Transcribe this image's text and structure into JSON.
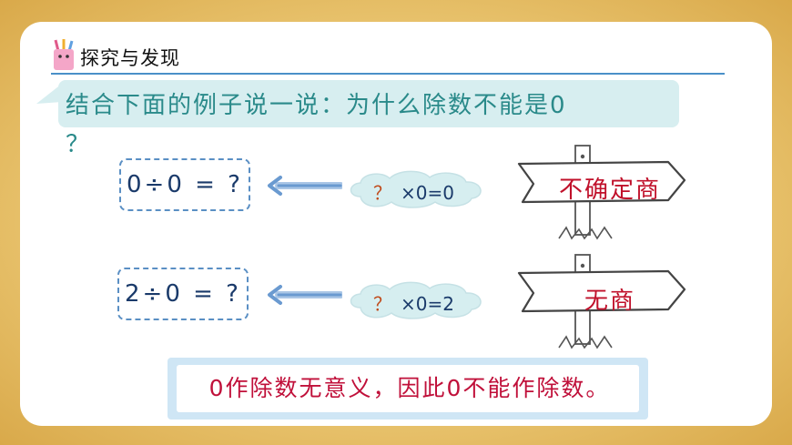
{
  "header": {
    "title": "探究与发现",
    "icon": "pencil-cup-icon"
  },
  "question": {
    "line1": "结合下面的例子说一说：为什么除数不能是0",
    "line2": "？"
  },
  "rows": [
    {
      "equation": "0÷0 = ?",
      "cloud_mark": "？",
      "cloud_expr": "×0=0",
      "sign_text": "不确定商"
    },
    {
      "equation": "2÷0 = ?",
      "cloud_mark": "？",
      "cloud_expr": "×0=2",
      "sign_text": "无商"
    }
  ],
  "conclusion": "0作除数无意义，因此0不能作除数。",
  "colors": {
    "accent": "#4a90c8",
    "sign_text": "#c0102a",
    "question_text": "#2a8a8a",
    "conclusion_text": "#c0103a"
  }
}
